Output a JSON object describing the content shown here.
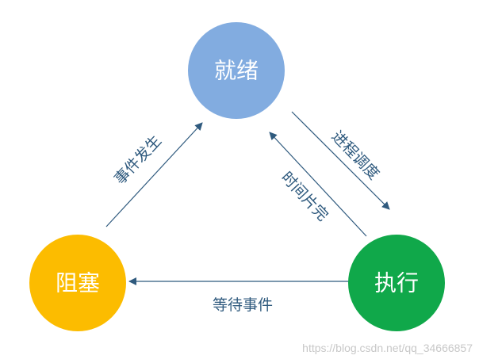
{
  "nodes": {
    "ready": {
      "label": "就绪",
      "color": "#82ace0"
    },
    "blocked": {
      "label": "阻塞",
      "color": "#fcbc00"
    },
    "running": {
      "label": "执行",
      "color": "#10a84a"
    }
  },
  "edges": {
    "ready_to_running": {
      "label": "进程调度"
    },
    "running_to_ready": {
      "label": "时间片完"
    },
    "blocked_to_ready": {
      "label": "事件发生"
    },
    "running_to_blocked": {
      "label": "等待事件"
    }
  },
  "colors": {
    "arrow": "#2f5a7e",
    "label": "#2f5a7e"
  },
  "watermark": "https://blog.csdn.net/qq_34666857"
}
